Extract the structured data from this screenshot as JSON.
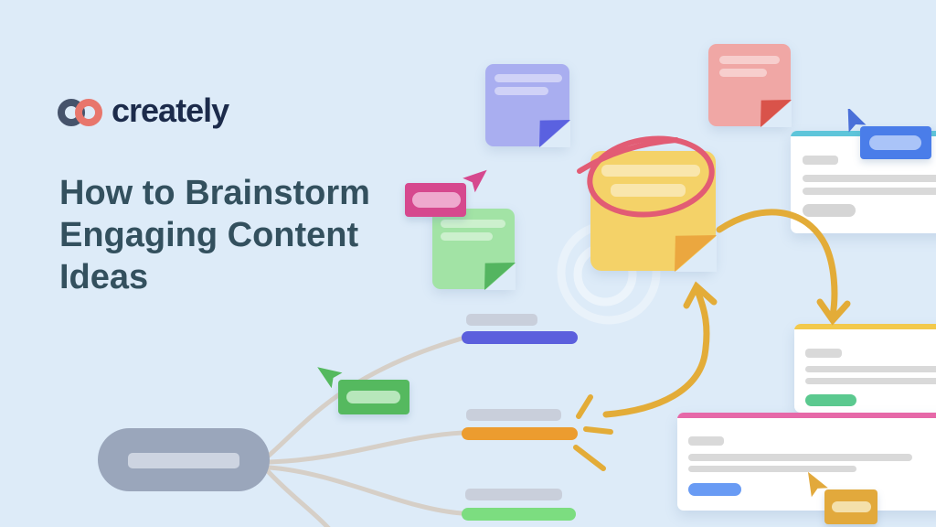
{
  "page": {
    "title": "How to Brainstorm Engaging Content Ideas",
    "background_color": "#ddebf8",
    "title_color": "#33505e"
  },
  "logo": {
    "text": "creately",
    "ring_left_color": "#46536b",
    "ring_right_color": "#e8766c",
    "text_color": "#1c2b4b"
  },
  "palette": {
    "purple_note": "#a9aef0",
    "red_note": "#f0a7a5",
    "yellow_note": "#f4d268",
    "green_note": "#a2e3a5",
    "scribble_pink": "#e25c74",
    "teal_card_accent": "#5ec5da",
    "yellow_card_accent": "#f2c94c",
    "pink_card_accent": "#e668a8",
    "blue_tag": "#4a7de9",
    "pink_tag": "#d6488e",
    "green_tag": "#55b95f",
    "yellow_tag": "#e2a93c",
    "blue_bar": "#5b5fdd",
    "orange_bar": "#ec9c2f",
    "green_bar": "#7cdd80",
    "green_pill": "#5bc98f",
    "blue_pill": "#699bf4",
    "root_node_gray": "#9aa6bb",
    "connector_gray": "#d6cfc7",
    "arrow_yellow": "#e3ac38"
  },
  "illustration": {
    "sticky_notes": [
      {
        "name": "purple-sticky-note"
      },
      {
        "name": "red-sticky-note"
      },
      {
        "name": "yellow-sticky-note",
        "annotation": "pink-circle-scribble"
      },
      {
        "name": "green-sticky-note"
      }
    ],
    "cards": [
      {
        "name": "teal-top-card",
        "tag": "blue-tag",
        "cursor": "blue-cursor"
      },
      {
        "name": "yellow-top-card",
        "pill": "green-pill"
      },
      {
        "name": "pink-top-card",
        "pill": "blue-pill",
        "tag": "yellow-tag",
        "cursor": "yellow-cursor"
      }
    ],
    "mindmap": {
      "root": "gray-rounded-root-node",
      "branches": [
        "blue-bar-node",
        "orange-bar-node",
        "green-bar-node",
        "offscreen-branch"
      ],
      "tag": "green-tag",
      "cursor": "green-cursor",
      "emphasis": "yellow-burst-dashes"
    },
    "arrows": [
      "curved-arrow-to-yellow-card",
      "curved-arrow-up-to-yellow-note"
    ]
  }
}
